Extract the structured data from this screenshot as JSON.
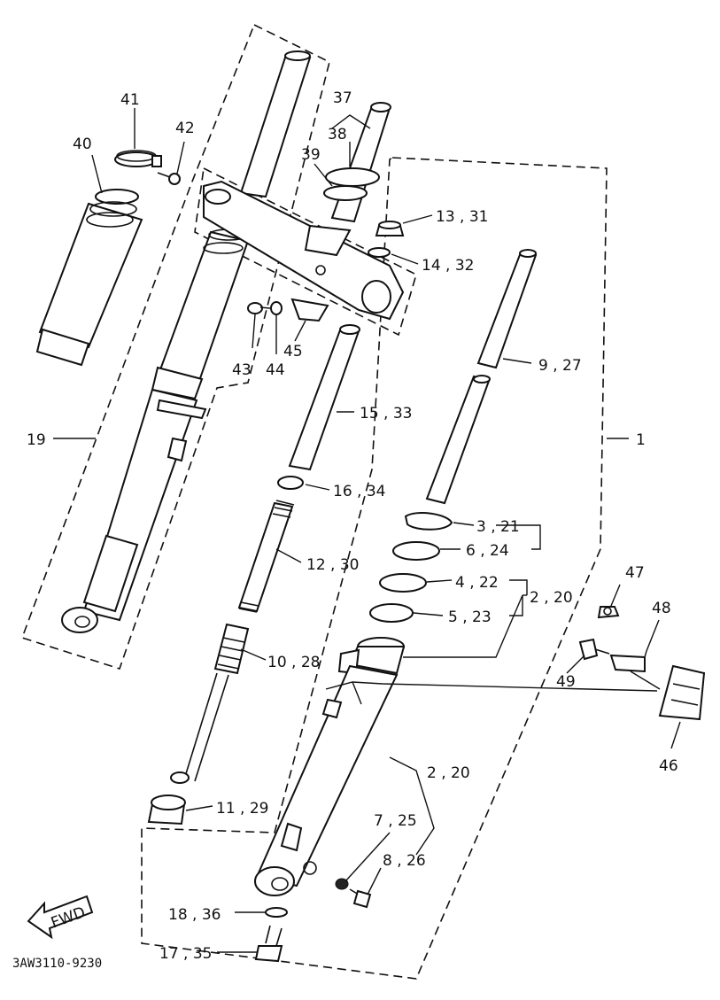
{
  "diagram_code": "3AW3110-9230",
  "fwd_label": "FWD",
  "labels": {
    "p1": "1",
    "p19": "19",
    "p40": "40",
    "p41": "41",
    "p42": "42",
    "p37": "37",
    "p38": "38",
    "p39": "39",
    "p13_31": "13 , 31",
    "p14_32": "14 , 32",
    "p43": "43",
    "p44": "44",
    "p45": "45",
    "p9_27": "9 , 27",
    "p15_33": "15 , 33",
    "p16_34": "16 , 34",
    "p12_30": "12 , 30",
    "p3_21": "3 , 21",
    "p6_24": "6 , 24",
    "p4_22": "4 , 22",
    "p2_20_top": "2 , 20",
    "p5_23": "5 , 23",
    "p47": "47",
    "p48": "48",
    "p49": "49",
    "p46": "46",
    "p10_28": "10 , 28",
    "p11_29": "11 , 29",
    "p2_20_bottom": "2 , 20",
    "p7_25": "7 , 25",
    "p8_26": "8 , 26",
    "p18_36": "18 , 36",
    "p17_35": "17 , 35"
  }
}
